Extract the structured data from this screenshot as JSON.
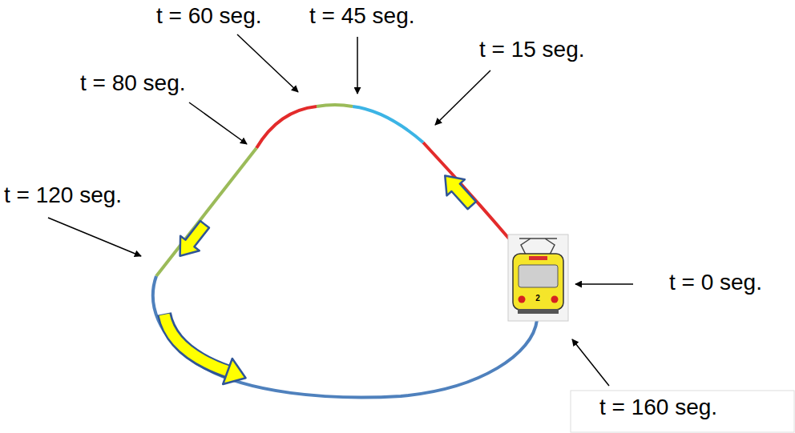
{
  "diagram": {
    "labels": [
      "t = 60 seg.",
      "t = 45 seg.",
      "t = 15 seg.",
      "t = 80 seg.",
      "t = 120 seg.",
      "t = 0 seg.",
      "t = 160 seg.",
      "2"
    ]
  }
}
